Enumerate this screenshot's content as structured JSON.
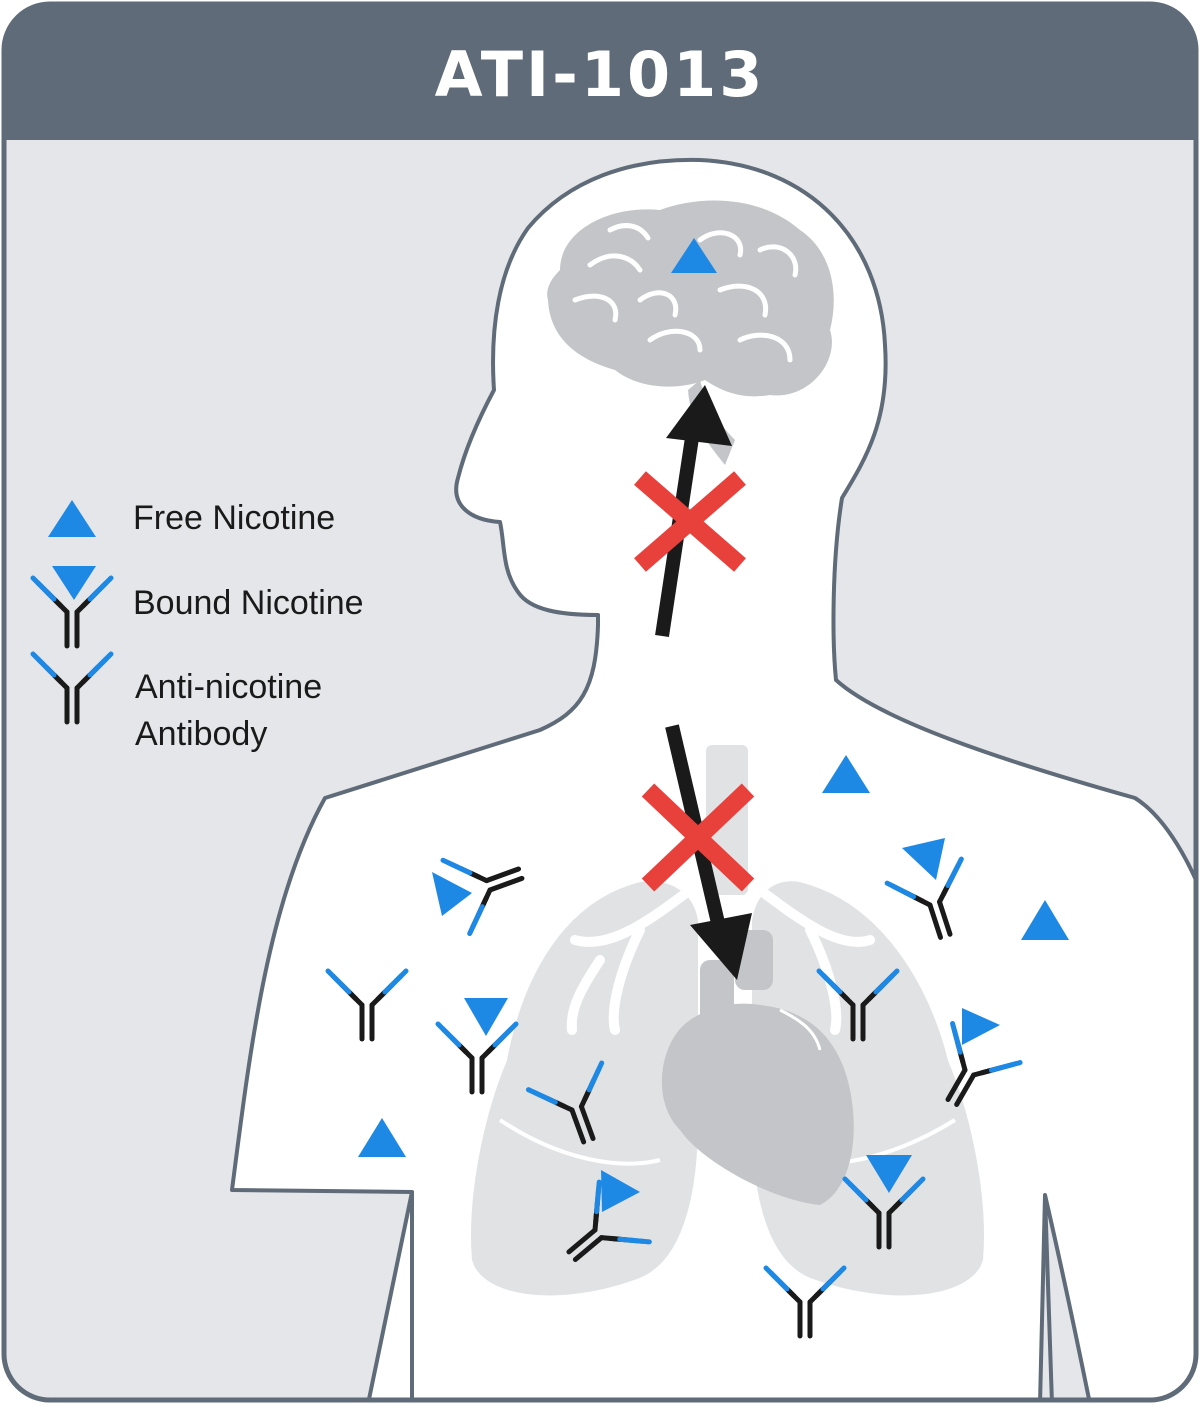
{
  "title": "ATI-1013",
  "legend": {
    "free_nicotine": "Free Nicotine",
    "bound_nicotine": "Bound Nicotine",
    "antibody_line1": "Anti-nicotine",
    "antibody_line2": "Antibody"
  },
  "colors": {
    "header": "#5f6b78",
    "background": "#e4e6e9",
    "body_fill": "#ffffff",
    "outline": "#5f6b78",
    "organ": "#c3c5c8",
    "organ_light": "#e1e2e4",
    "nicotine": "#1e88e5",
    "arrow": "#1a1a1a",
    "blocked_x": "#e8403b"
  },
  "icons": {
    "free": "blue-triangle-icon",
    "bound": "antibody-with-triangle-icon",
    "antibody": "y-shaped-antibody-icon",
    "blocked": "red-x-icon",
    "brain": "brain-icon",
    "heart": "heart-icon",
    "lungs": "lungs-icon"
  }
}
